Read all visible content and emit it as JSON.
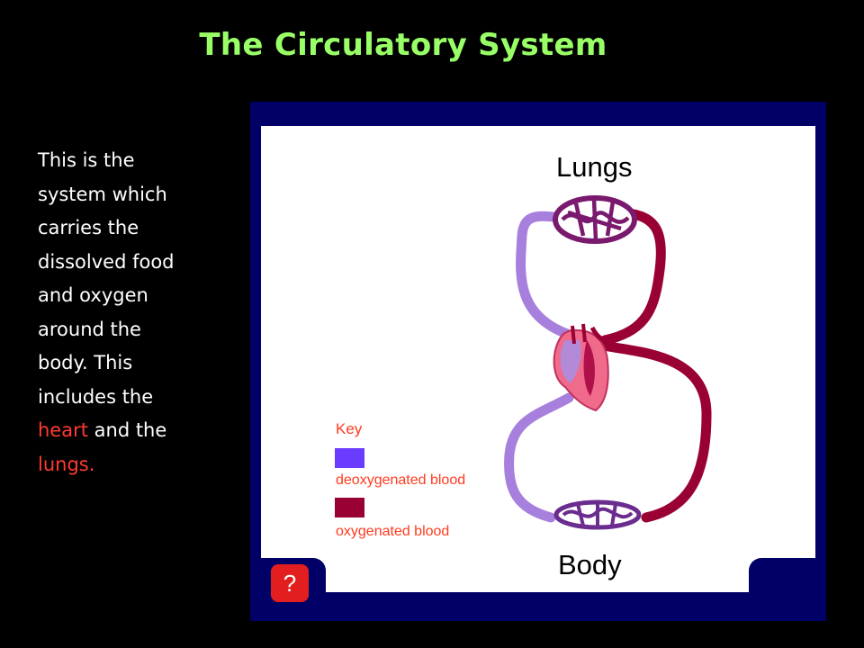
{
  "title": "The Circulatory System",
  "text": {
    "line1": "This is the",
    "line2": "system which",
    "line3": "carries the",
    "line4": "dissolved food",
    "line5": "and oxygen",
    "line6": "around the",
    "line7": "body. This",
    "line8": "includes the",
    "heart": "heart",
    "and_the": " and the",
    "lungs": "lungs."
  },
  "diagram": {
    "lungs_label": "Lungs",
    "body_label": "Body",
    "help_button": "?",
    "key": {
      "title": "Key",
      "items": [
        {
          "label": "deoxygenated blood",
          "color": "#6a3cff"
        },
        {
          "label": "oxygenated blood",
          "color": "#990033"
        }
      ]
    }
  },
  "colors": {
    "title": "#99ff66",
    "highlight": "#ff3b2f",
    "panel": "#000066",
    "deoxygenated_vessel": "#a77fdc",
    "oxygenated_vessel": "#990033",
    "heart": "#f06a8c"
  }
}
